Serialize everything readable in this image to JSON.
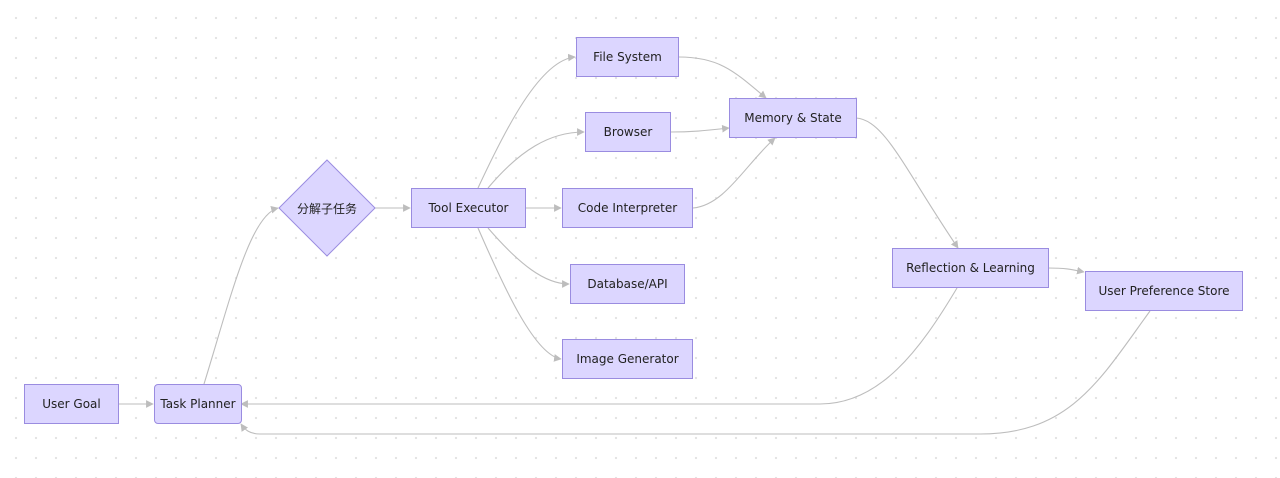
{
  "diagram": {
    "nodes": {
      "user_goal": "User Goal",
      "task_planner": "Task Planner",
      "decompose": "分解子任务",
      "tool_executor": "Tool Executor",
      "file_system": "File System",
      "browser": "Browser",
      "code_interpreter": "Code Interpreter",
      "database_api": "Database/API",
      "image_generator": "Image Generator",
      "memory_state": "Memory & State",
      "reflection_learning": "Reflection & Learning",
      "user_preference_store": "User Preference Store"
    },
    "edges": [
      [
        "user_goal",
        "task_planner"
      ],
      [
        "task_planner",
        "decompose"
      ],
      [
        "decompose",
        "tool_executor"
      ],
      [
        "tool_executor",
        "file_system"
      ],
      [
        "tool_executor",
        "browser"
      ],
      [
        "tool_executor",
        "code_interpreter"
      ],
      [
        "tool_executor",
        "database_api"
      ],
      [
        "tool_executor",
        "image_generator"
      ],
      [
        "file_system",
        "memory_state"
      ],
      [
        "browser",
        "memory_state"
      ],
      [
        "code_interpreter",
        "memory_state"
      ],
      [
        "memory_state",
        "reflection_learning"
      ],
      [
        "reflection_learning",
        "user_preference_store"
      ],
      [
        "reflection_learning",
        "task_planner"
      ],
      [
        "user_preference_store",
        "task_planner"
      ]
    ],
    "colors": {
      "node_fill": "#dcd6ff",
      "node_border": "#9a8ce0",
      "edge": "#bdbdbd"
    }
  }
}
